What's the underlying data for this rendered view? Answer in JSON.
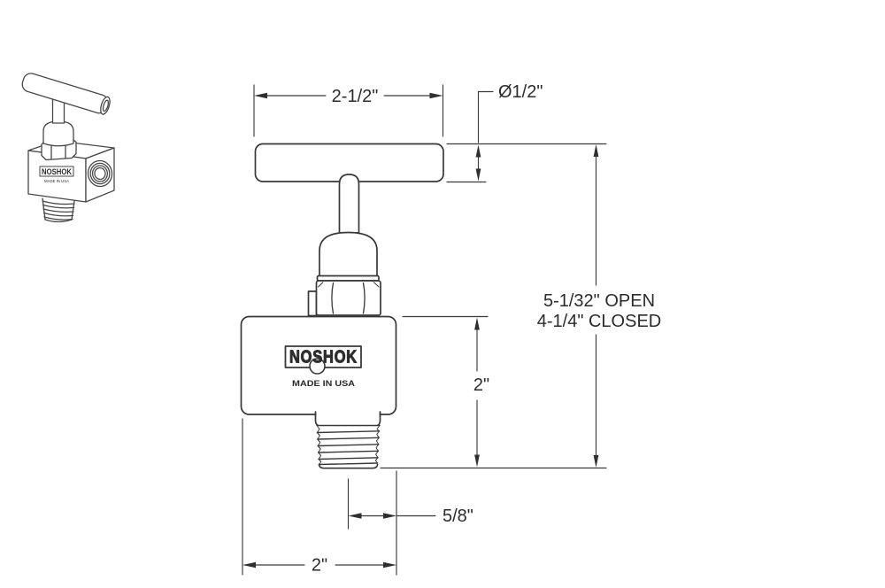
{
  "drawing": {
    "logo": {
      "brand": "NOSHOK",
      "origin": "MADE IN USA"
    },
    "dimensions": {
      "handle_width": "2-1/2\"",
      "handle_diameter": "Ø1/2\"",
      "overall_height_open": "5-1/32\" OPEN",
      "overall_height_closed": "4-1/4\" CLOSED",
      "body_to_thread_height": "2\"",
      "outlet_offset": "5/8\"",
      "body_width": "2\""
    },
    "colors": {
      "line": "#3a3a3a",
      "text": "#2b2b2b",
      "background": "#ffffff"
    }
  }
}
